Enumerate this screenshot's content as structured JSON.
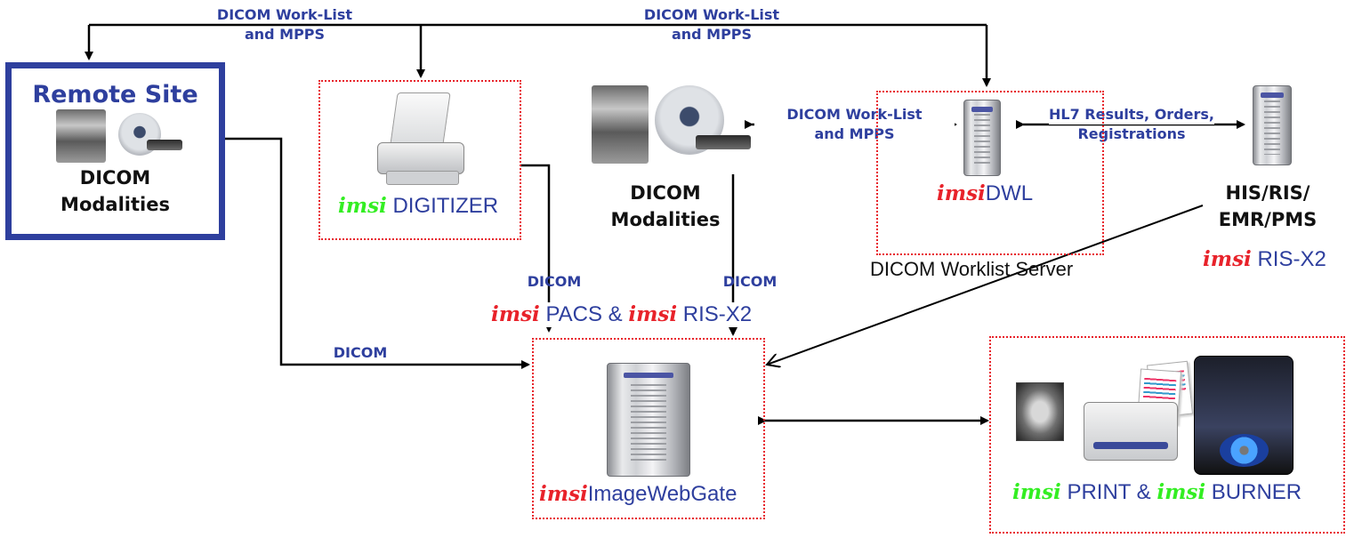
{
  "edge_labels": {
    "top_left": [
      "DICOM Work-List",
      "and MPPS"
    ],
    "top_right": [
      "DICOM Work-List",
      "and MPPS"
    ],
    "middle": [
      "DICOM Work-List",
      "and MPPS"
    ],
    "hl7": [
      "HL7 Results, Orders,",
      "Registrations"
    ],
    "dicom_digitizer": "DICOM",
    "dicom_modalities": "DICOM",
    "dicom_remote": "DICOM"
  },
  "remote_site": {
    "title": "Remote Site",
    "caption": [
      "DICOM",
      "Modalities"
    ]
  },
  "digitizer": {
    "brand": "imsi",
    "name": "DIGITIZER"
  },
  "modalities": {
    "caption": [
      "DICOM",
      "Modalities"
    ]
  },
  "dwl": {
    "brand": "imsi",
    "name": "DWL",
    "caption": "DICOM Worklist Server"
  },
  "his": {
    "caption": [
      "HIS/RIS/",
      "EMR/PMS"
    ],
    "brand": "imsi",
    "name": "RIS-X2"
  },
  "pacs_title": {
    "brand1": "imsi",
    "name1": "PACS &",
    "brand2": "imsi",
    "name2": "RIS-X2"
  },
  "imagewebgate": {
    "brand": "imsi",
    "name": "ImageWebGate"
  },
  "print_burner": {
    "brand1": "imsi",
    "name1": "PRINT &",
    "brand2": "imsi",
    "name2": "BURNER"
  },
  "icons": [
    "modality-icon",
    "ct-scanner-icon",
    "digitizer-icon",
    "server-icon",
    "xray-film-icon",
    "printer-icon",
    "disc-burner-icon"
  ],
  "colors": {
    "label_blue": "#2e3f9e",
    "brand_red": "#e8222a",
    "brand_green": "#33ee22",
    "box_dotted": "#e8222a"
  }
}
